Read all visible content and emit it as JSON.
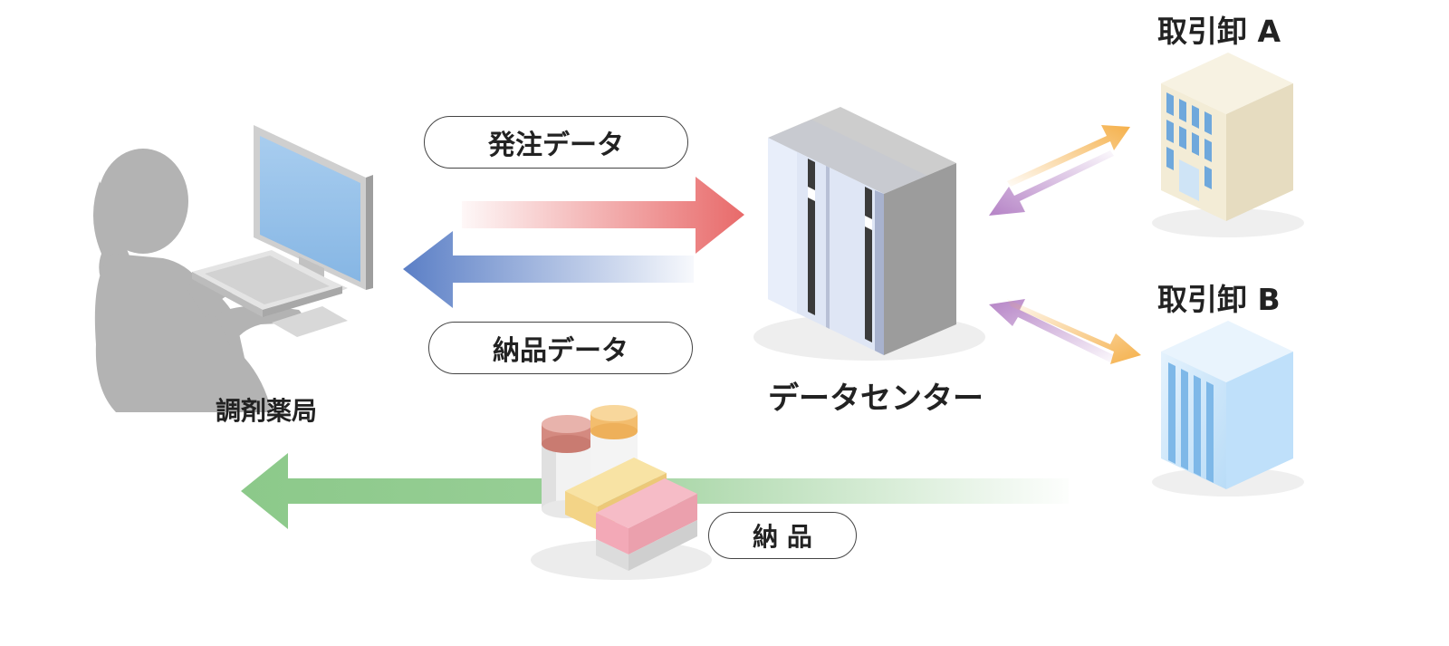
{
  "labels": {
    "pharmacy": "調剤薬局",
    "data_center": "データセンター",
    "wholesaler_a": "取引卸 A",
    "wholesaler_b": "取引卸 B"
  },
  "pills": {
    "order_data": "発注データ",
    "delivery_data": "納品データ",
    "delivery": "納 品"
  },
  "colors": {
    "order_arrow": "#e86a6a",
    "delivery_data_arrow": "#5b7fc6",
    "delivery_arrow": "#8cc98a",
    "supplier_arrow_out": "#f5b04a",
    "supplier_arrow_in": "#b583c6",
    "person": "#b3b3b3",
    "monitor_screen": "#8fbde6",
    "server_front": "#d9e1f4",
    "building_a": "#f3ecd6",
    "building_b": "#cfe7fb"
  }
}
